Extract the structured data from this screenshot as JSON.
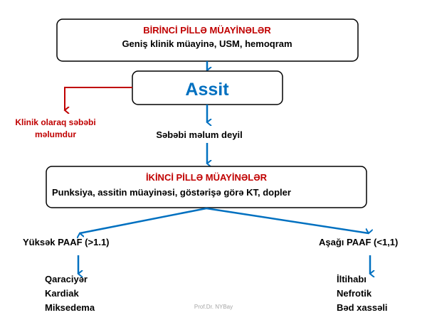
{
  "colors": {
    "red": "#c00000",
    "blue": "#0070c0",
    "text": "#000000",
    "watermark": "#a6a6a6"
  },
  "box1": {
    "title": "BİRİNCİ PİLLƏ MÜAYİNƏLƏR",
    "subtitle": "Geniş klinik müayinə, USM, hemoqram"
  },
  "box2": {
    "title": "Assit"
  },
  "side_red": {
    "line1": "Klinik olaraq səbəbi",
    "line2": "məlumdur"
  },
  "unknown": "Səbəbi məlum deyil",
  "box3": {
    "title": "İKİNCİ PİLLƏ MÜAYİNƏLƏR",
    "subtitle": "Punksiya, assitin müayinəsi, göstərişə görə KT, dopler"
  },
  "left": {
    "label": "Yüksək PAAF (>1.1)",
    "items": [
      "Qaraciyər",
      "Kardiak",
      "Miksedema"
    ]
  },
  "right": {
    "label": "Aşağı PAAF (<1,1)",
    "items": [
      "İltihabı",
      "Nefrotik",
      "Bəd xassəli"
    ]
  },
  "watermark": "Prof.Dr. NYBay"
}
